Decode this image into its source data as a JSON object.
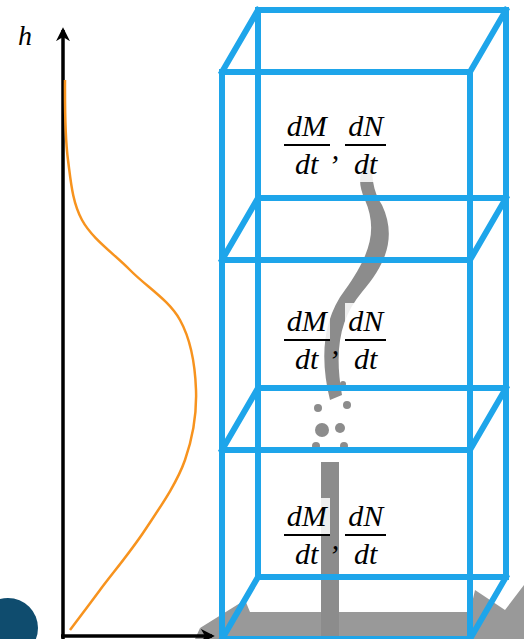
{
  "diagram": {
    "nodes": [
      {
        "text": [
          "dM",
          "dt",
          ",",
          "dN",
          "dt"
        ]
      },
      {
        "text": [
          "dM",
          "dt",
          ",",
          "dN",
          "dt"
        ]
      },
      {
        "text": [
          "dM",
          "dt",
          ",",
          "dN",
          "dt"
        ]
      }
    ],
    "labels": [
      "h"
    ]
  }
}
